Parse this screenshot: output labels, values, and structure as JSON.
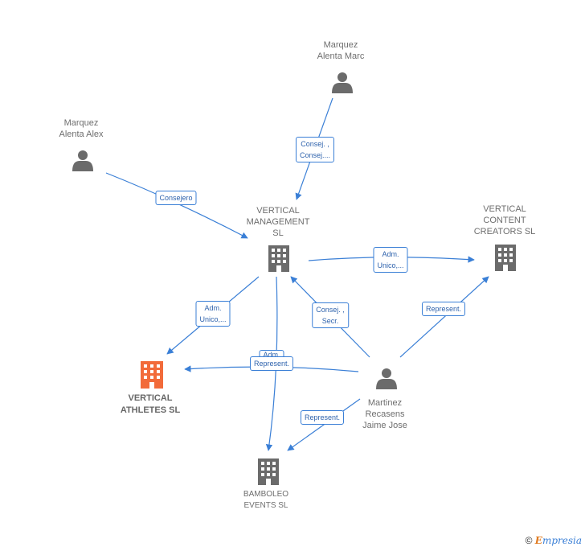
{
  "nodes": {
    "marquez_marc": {
      "label_lines": [
        "Marquez",
        "Alenta Marc"
      ],
      "icon": "person-icon"
    },
    "marquez_alex": {
      "label_lines": [
        "Marquez",
        "Alenta Alex"
      ],
      "icon": "person-icon"
    },
    "vertical_management": {
      "label_lines": [
        "VERTICAL",
        "MANAGEMENT",
        "SL"
      ],
      "icon": "building-icon"
    },
    "vertical_content": {
      "label_lines": [
        "VERTICAL",
        "CONTENT",
        "CREATORS  SL"
      ],
      "icon": "building-icon"
    },
    "vertical_athletes": {
      "label_lines": [
        "VERTICAL",
        "ATHLETES  SL"
      ],
      "icon": "building-icon",
      "highlight_color": "#f26b3a"
    },
    "martinez": {
      "label_lines": [
        "Martinez",
        "Recasens",
        "Jaime Jose"
      ],
      "icon": "person-icon"
    },
    "bamboleo": {
      "label_lines": [
        "BAMBOLEO",
        "EVENTS  SL"
      ],
      "icon": "building-icon"
    }
  },
  "edges": {
    "marc_to_management": {
      "lines": [
        "Consej. ,",
        "Consej...."
      ]
    },
    "alex_to_management": {
      "lines": [
        "Consejero"
      ]
    },
    "management_to_content": {
      "lines": [
        "Adm.",
        "Unico,..."
      ]
    },
    "management_to_athletes": {
      "lines": [
        "Adm.",
        "Unico,..."
      ]
    },
    "martinez_to_management": {
      "lines": [
        "Consej. ,",
        "Secr."
      ]
    },
    "martinez_to_content": {
      "lines": [
        "Represent."
      ]
    },
    "management_to_bamboleo": {
      "lines": [
        "Adm."
      ]
    },
    "martinez_to_athletes": {
      "lines": [
        "Represent."
      ]
    },
    "martinez_to_bamboleo": {
      "lines": [
        "Represent."
      ]
    }
  },
  "colors": {
    "edge": "#3a7fd6",
    "icon": "#6b6b6b",
    "highlight": "#f26b3a"
  },
  "footer": {
    "copyright": "©",
    "brand_first": "E",
    "brand_rest": "mpresia"
  }
}
